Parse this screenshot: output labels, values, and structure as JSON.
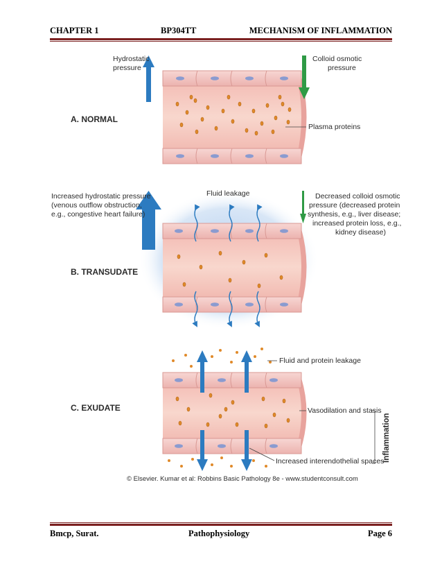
{
  "header": {
    "chapter": "CHAPTER 1",
    "course_code": "BP304TT",
    "topic": "MECHANISM OF INFLAMMATION"
  },
  "figure": {
    "normal": {
      "section_label": "A. NORMAL",
      "hydrostatic_line1": "Hydrostatic",
      "hydrostatic_line2": "pressure",
      "colloid_line1": "Colloid osmotic",
      "colloid_line2": "pressure",
      "plasma_proteins": "Plasma proteins"
    },
    "transudate": {
      "section_label": "B. TRANSUDATE",
      "fluid_leakage": "Fluid leakage",
      "increased_line1": "Increased hydrostatic pressure",
      "increased_line2": "(venous outflow obstruction,",
      "increased_line3": "e.g., congestive heart failure)",
      "decreased_line1": "Decreased colloid osmotic",
      "decreased_line2": "pressure (decreased protein",
      "decreased_line3": "synthesis, e.g., liver disease;",
      "decreased_line4": "increased protein loss, e.g.,",
      "decreased_line5": "kidney disease)"
    },
    "exudate": {
      "section_label": "C. EXUDATE",
      "fluid_protein_leakage": "Fluid and protein leakage",
      "vasodilation": "Vasodilation and stasis",
      "interendothelial": "Increased interendothelial spaces",
      "inflammation": "Inflammation"
    },
    "credit": "© Elsevier. Kumar et al: Robbins Basic Pathology 8e - www.studentconsult.com",
    "colors": {
      "vessel_wall": "#f2c3c0",
      "lumen": "#f6cdc2",
      "arrow_blue": "#2c7bc0",
      "arrow_green": "#2f9a45",
      "protein_orange": "#e08a2a",
      "fluid_blue_halo": "#a9c6ea"
    }
  },
  "footer": {
    "institution": "Bmcp, Surat.",
    "subject": "Pathophysiology",
    "page": "Page 6"
  }
}
